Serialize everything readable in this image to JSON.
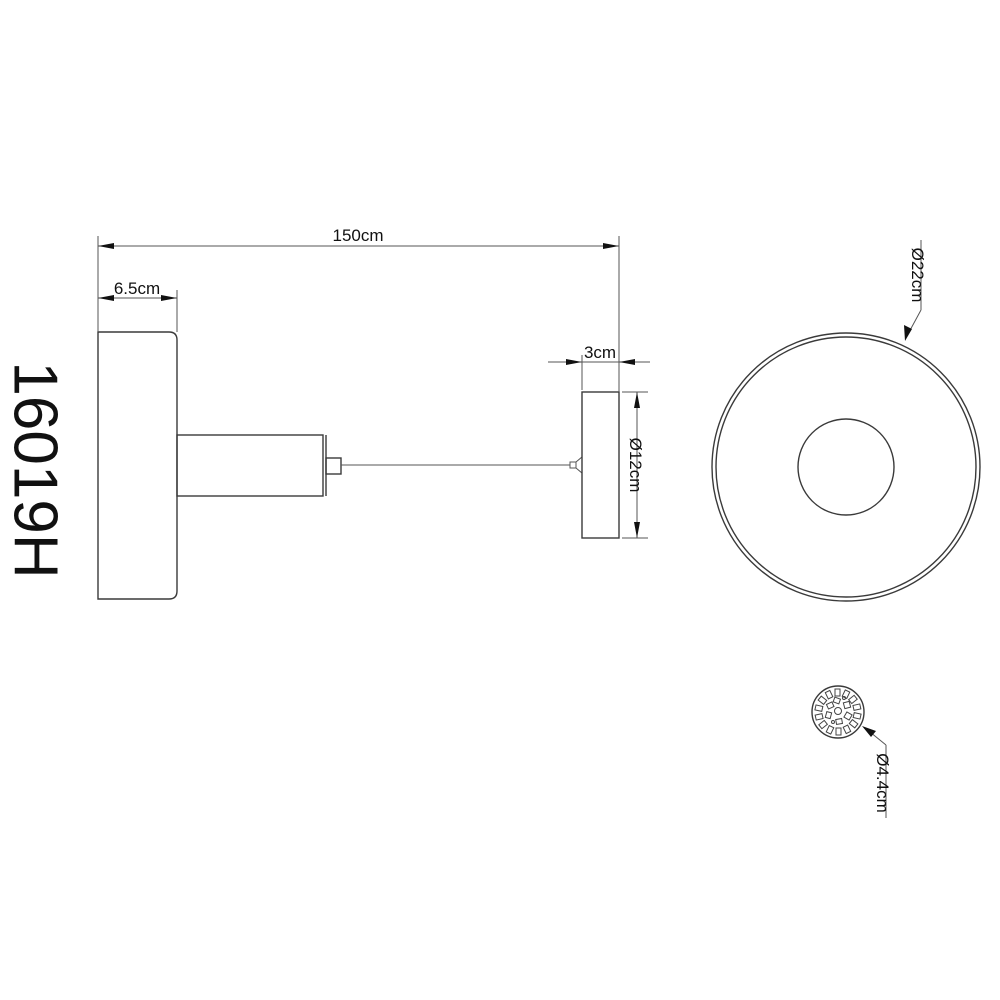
{
  "drawing": {
    "model_number": "16019H",
    "line_color": "#3a3a3a",
    "background": "#ffffff"
  },
  "dimensions": {
    "total_length": "150cm",
    "wall_plate_depth": "6.5cm",
    "head_depth": "3cm",
    "head_diameter": "Ø12cm",
    "wall_plate_diameter": "Ø22cm",
    "led_module_diameter": "Ø4.4cm"
  },
  "views": {
    "side_view": {
      "label": "side-view",
      "parts": [
        "wall-plate",
        "arm-cylinder",
        "connector",
        "cable",
        "lamp-head"
      ]
    },
    "front_view": {
      "label": "wall-plate-front-view",
      "parts": [
        "outer-ring",
        "inner-ring",
        "center-circle"
      ]
    },
    "detail_view": {
      "label": "led-module-detail",
      "outer_chip_count": 14,
      "inner_chip_count": 6
    }
  }
}
